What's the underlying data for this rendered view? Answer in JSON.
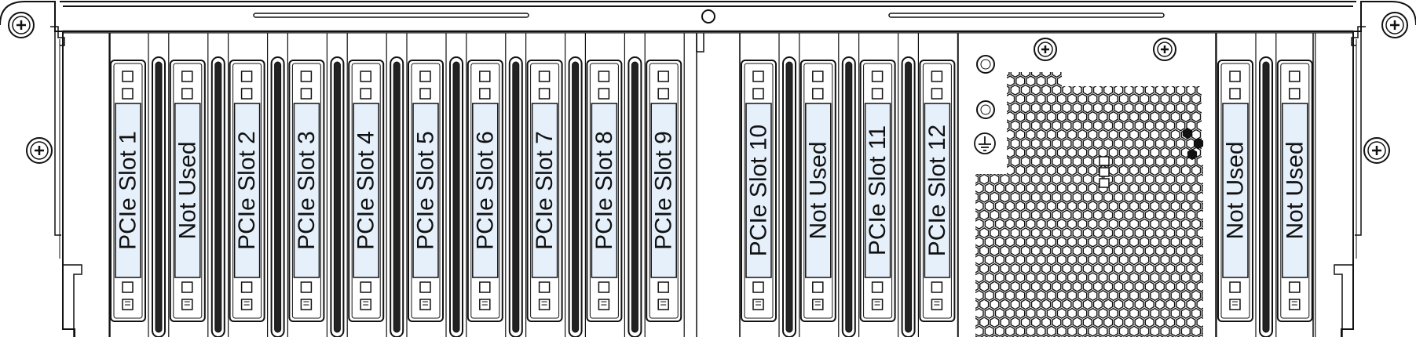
{
  "title": "",
  "colors": {
    "line": "#111111",
    "label_fill": "#e6f0fb",
    "background": "#ffffff",
    "vent_fill": "#ffffff"
  },
  "left_group": {
    "slots": [
      {
        "label": "PCIe Slot 1"
      },
      {
        "label": "Not Used"
      },
      {
        "label": "PCIe Slot 2"
      },
      {
        "label": "PCIe Slot 3"
      },
      {
        "label": "PCIe Slot 4"
      },
      {
        "label": "PCIe Slot 5"
      },
      {
        "label": "PCIe Slot 6"
      },
      {
        "label": "PCIe Slot 7"
      },
      {
        "label": "PCIe Slot 8"
      },
      {
        "label": "PCIe Slot 9"
      }
    ]
  },
  "middle_group": {
    "slots": [
      {
        "label": "PCIe Slot 10"
      },
      {
        "label": "Not Used"
      },
      {
        "label": "PCIe Slot 11"
      },
      {
        "label": "PCIe Slot 12"
      }
    ]
  },
  "right_group": {
    "slots": [
      {
        "label": "Not Used"
      },
      {
        "label": "Not Used"
      }
    ]
  },
  "icons": {
    "screws": "phillips-screw-icon",
    "ground": "ground-symbol-icon",
    "vent": "hexagonal-vent-grille"
  }
}
